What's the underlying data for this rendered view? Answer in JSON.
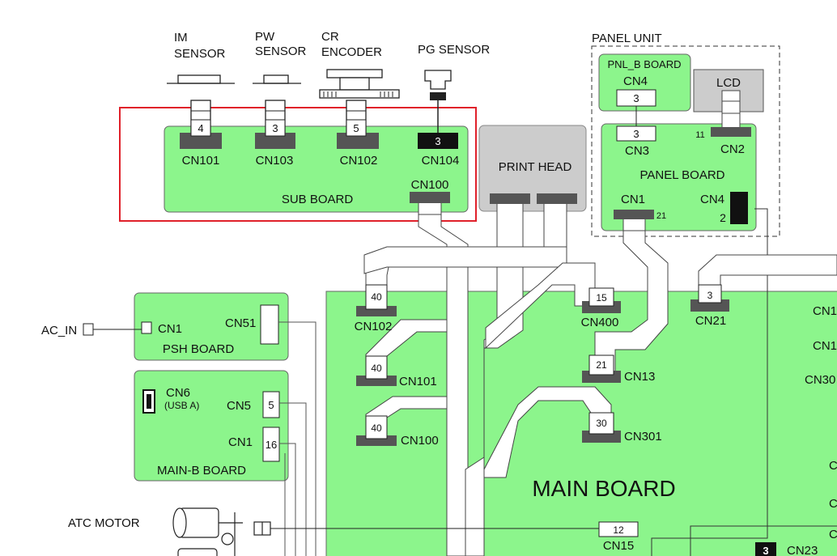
{
  "sensors": {
    "im": [
      "IM",
      "SENSOR"
    ],
    "pw": [
      "PW",
      "SENSOR"
    ],
    "cr": [
      "CR",
      "ENCODER"
    ],
    "pg": "PG SENSOR"
  },
  "sub_board": {
    "title": "SUB BOARD",
    "connectors": [
      {
        "name": "CN101",
        "pins": "4"
      },
      {
        "name": "CN103",
        "pins": "3"
      },
      {
        "name": "CN102",
        "pins": "5"
      },
      {
        "name": "CN104",
        "pins": "3"
      }
    ],
    "cn100": "CN100"
  },
  "print_head": "PRINT HEAD",
  "panel_unit": {
    "title": "PANEL UNIT",
    "pnl_b_board": "PNL_B BOARD",
    "pnl_cn4": "CN4",
    "pnl_cn4_pins": "3",
    "cn3_pins": "3",
    "cn3": "CN3",
    "lcd": "LCD",
    "cn2_pin": "11",
    "cn2": "CN2",
    "panel_board": "PANEL BOARD",
    "cn1": "CN1",
    "cn1_pin": "21",
    "cn4": "CN4",
    "cn4_pin": "2"
  },
  "psh_board": {
    "title": "PSH BOARD",
    "ac_in": "AC_IN",
    "cn1": "CN1",
    "cn51": "CN51"
  },
  "main_b_board": {
    "title": "MAIN-B BOARD",
    "cn6": "CN6",
    "usb": "(USB A)",
    "cn5": "CN5",
    "cn5_pins": "5",
    "cn1": "CN1",
    "cn1_pins": "16"
  },
  "atc_motor": "ATC MOTOR",
  "main_board": {
    "title": "MAIN BOARD",
    "connectors": [
      {
        "name": "CN102",
        "pins": "40"
      },
      {
        "name": "CN101",
        "pins": "40"
      },
      {
        "name": "CN100",
        "pins": "40"
      },
      {
        "name": "CN400",
        "pins": "15"
      },
      {
        "name": "CN13",
        "pins": "21"
      },
      {
        "name": "CN301",
        "pins": "30"
      },
      {
        "name": "CN21",
        "pins": "3"
      },
      {
        "name": "CN15",
        "pins": "12"
      },
      {
        "name": "CN23",
        "pins": "3"
      }
    ],
    "right_edge_labels": [
      "CN1",
      "CN1",
      "CN30",
      "C",
      "C",
      "C"
    ]
  },
  "colors": {
    "board_green": "#8cf58c",
    "highlight_red": "#e0202a",
    "print_head_gray": "#cccccc",
    "connector_dark": "#555555"
  }
}
